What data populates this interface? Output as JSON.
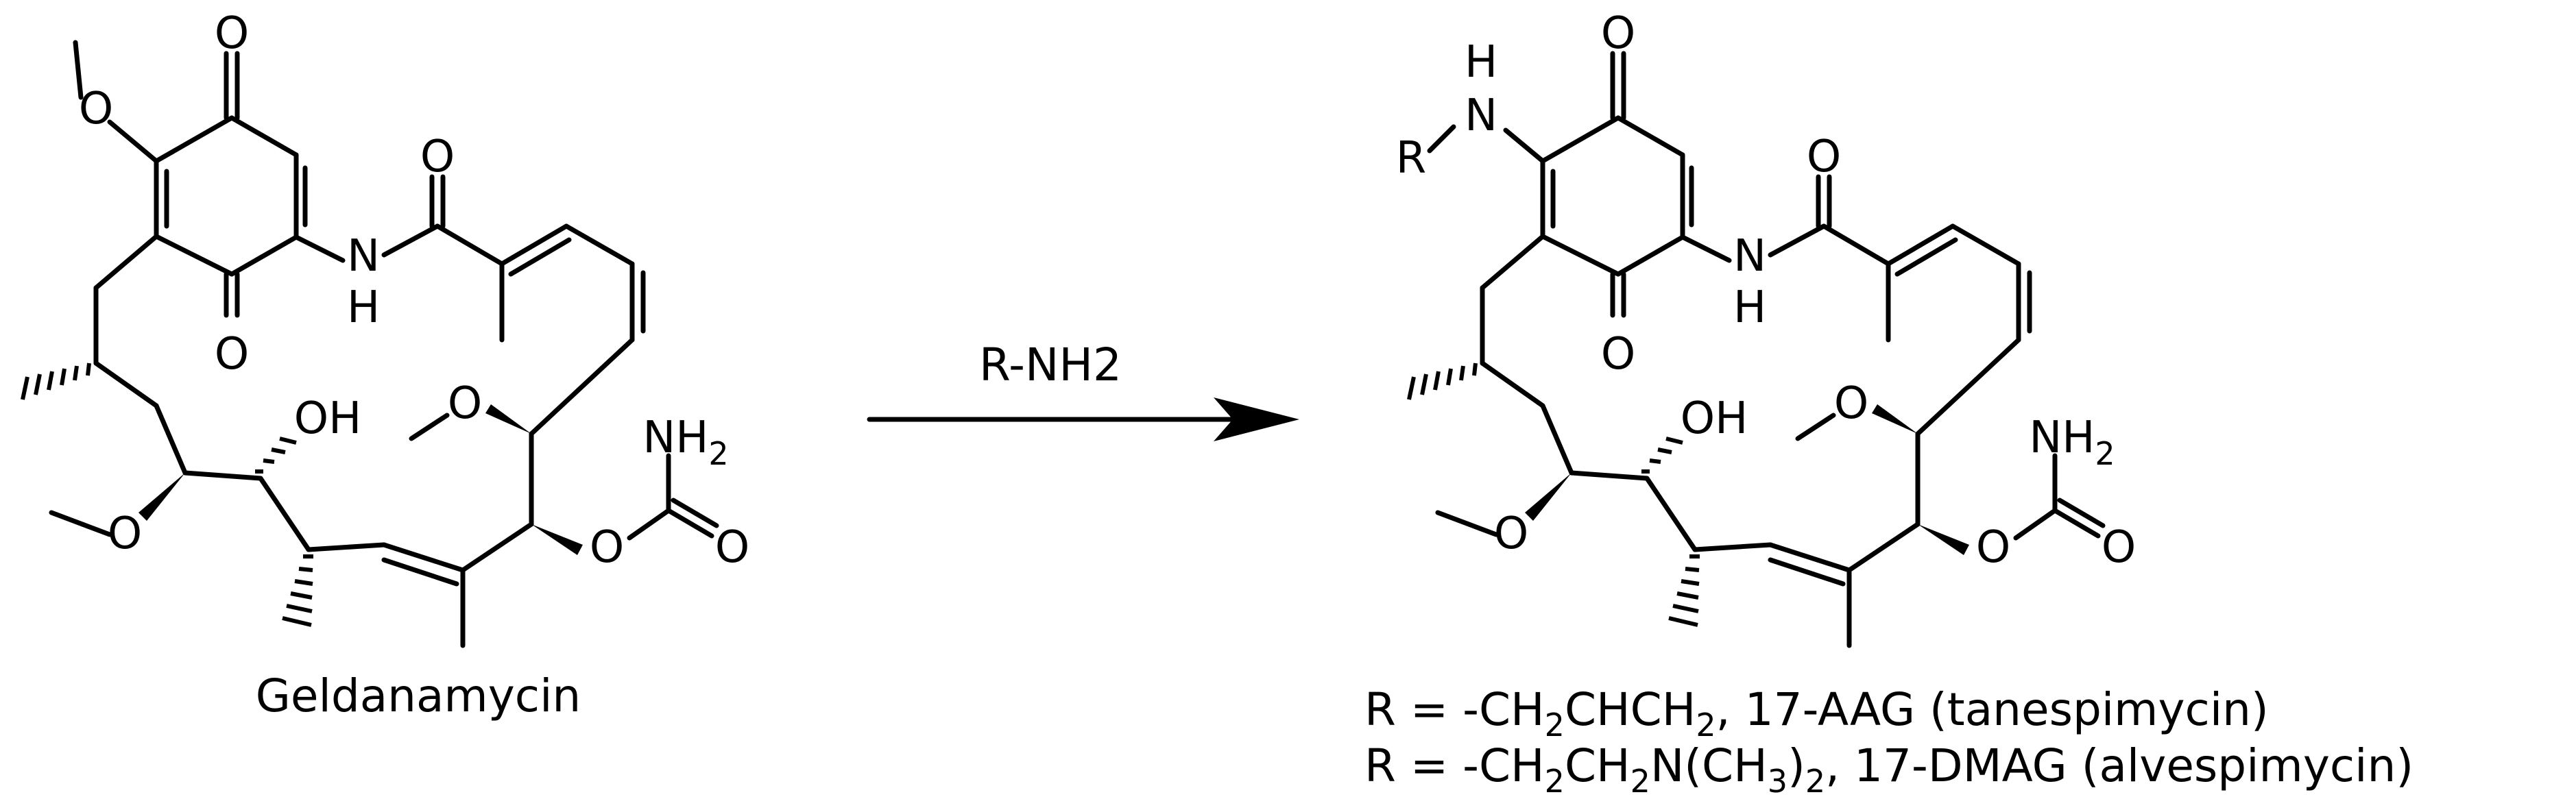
{
  "reactant": {
    "name": "Geldanamycin",
    "atoms": {
      "quinone_o_top": "O",
      "quinone_o_bottom": "O",
      "methoxy_o": "O",
      "amide_o": "O",
      "amide_n": "N",
      "amide_h": "H",
      "hydroxyl": "OH",
      "ether_o_left": "O",
      "ether_o_right": "O",
      "carbamate_n": "NH",
      "carbamate_n_sub": "2",
      "carbamate_o_ester": "O",
      "carbamate_o_carbonyl": "O"
    }
  },
  "reaction": {
    "reagent": "R-NH2"
  },
  "product": {
    "atoms": {
      "quinone_o_top": "O",
      "quinone_o_bottom": "O",
      "amine_n": "N",
      "amine_h": "H",
      "r_group": "R",
      "amide_o": "O",
      "amide_n": "N",
      "amide_h": "H",
      "hydroxyl": "OH",
      "ether_o_left": "O",
      "ether_o_right": "O",
      "carbamate_n": "NH",
      "carbamate_n_sub": "2",
      "carbamate_o_ester": "O",
      "carbamate_o_carbonyl": "O"
    },
    "definitions": [
      {
        "lhs": "R = -",
        "parts": [
          {
            "t": "CH"
          },
          {
            "s": "2"
          },
          {
            "t": "CHCH"
          },
          {
            "s": "2"
          },
          {
            "t": ", 17-AAG (tanespimycin)"
          }
        ]
      },
      {
        "lhs": "R = -",
        "parts": [
          {
            "t": "CH"
          },
          {
            "s": "2"
          },
          {
            "t": "CH"
          },
          {
            "s": "2"
          },
          {
            "t": "N(CH"
          },
          {
            "s": "3"
          },
          {
            "t": ")"
          },
          {
            "s": "2"
          },
          {
            "t": ", 17-DMAG (alvespimycin)"
          }
        ]
      }
    ]
  }
}
